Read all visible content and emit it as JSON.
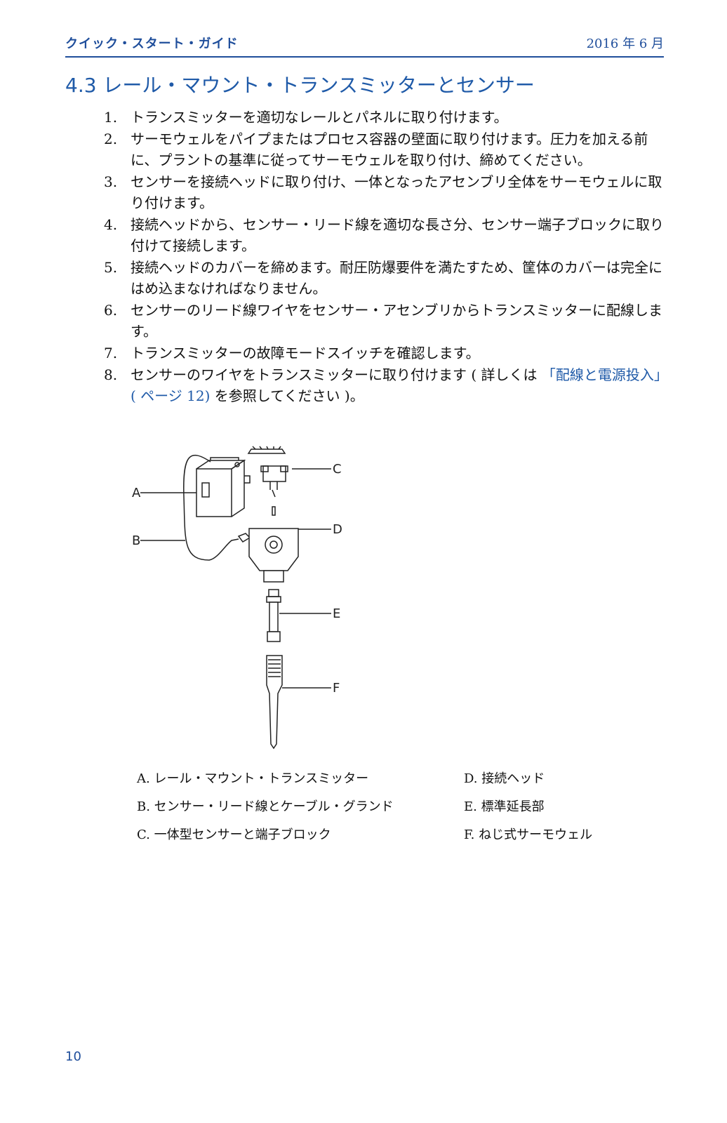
{
  "header": {
    "guide_title": "クイック・スタート・ガイド",
    "date": "2016 年 6 月"
  },
  "section": {
    "title": "4.3 レール・マウント・トランスミッターとセンサー"
  },
  "steps": [
    {
      "num": "1.",
      "text": "トランスミッターを適切なレールとパネルに取り付けます。"
    },
    {
      "num": "2.",
      "text": "サーモウェルをパイプまたはプロセス容器の壁面に取り付けます。圧力を加える前に、プラントの基準に従ってサーモウェルを取り付け、締めてください。"
    },
    {
      "num": "3.",
      "text": "センサーを接続ヘッドに取り付け、一体となったアセンブリ全体をサーモウェルに取り付けます。"
    },
    {
      "num": "4.",
      "text": "接続ヘッドから、センサー・リード線を適切な長さ分、センサー端子ブロックに取り付けて接続します。"
    },
    {
      "num": "5.",
      "text": "接続ヘッドのカバーを締めます。耐圧防爆要件を満たすため、筐体のカバーは完全にはめ込まなければなりません。"
    },
    {
      "num": "6.",
      "text": "センサーのリード線ワイヤをセンサー・アセンブリからトランスミッターに配線します。"
    },
    {
      "num": "7.",
      "text": "トランスミッターの故障モードスイッチを確認します。"
    },
    {
      "num": "8.",
      "text_before": "センサーのワイヤをトランスミッターに取り付けます ( 詳しくは ",
      "link": "「配線と電源投入」( ページ 12)",
      "text_after": " を参照してください )。"
    }
  ],
  "figure": {
    "callouts": {
      "a": "A",
      "b": "B",
      "c": "C",
      "d": "D",
      "e": "E",
      "f": "F"
    }
  },
  "legend": {
    "a": "A. レール・マウント・トランスミッター",
    "b": "B. センサー・リード線とケーブル・グランド",
    "c": "C. 一体型センサーと端子ブロック",
    "d": "D. 接続ヘッド",
    "e": "E. 標準延長部",
    "f": "F.  ねじ式サーモウェル"
  },
  "page_number": "10"
}
